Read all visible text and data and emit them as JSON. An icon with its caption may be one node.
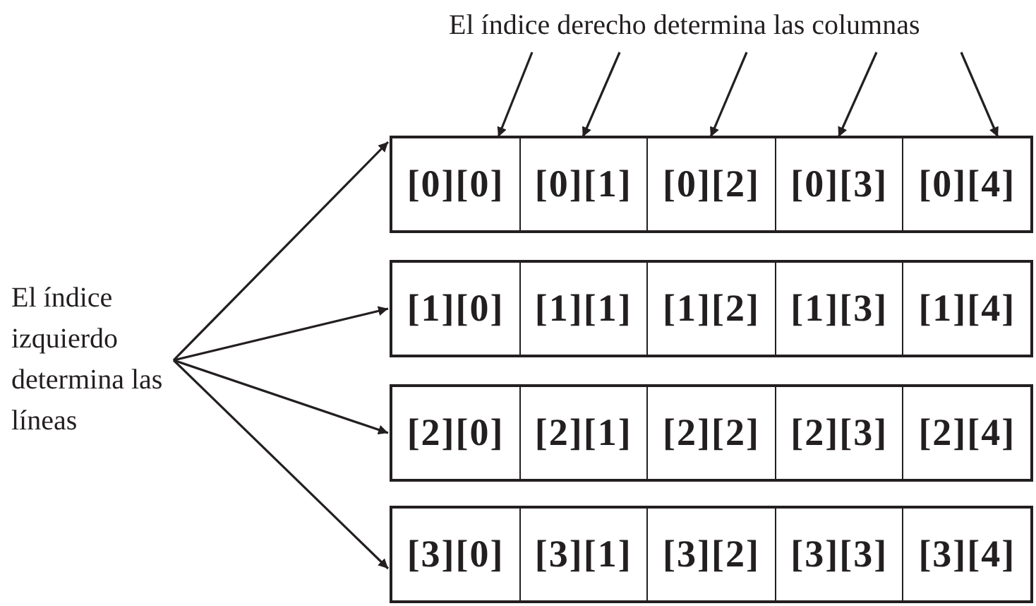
{
  "diagram": {
    "nodes": [
      {
        "text": [
          "El índice derecho determina las columnas"
        ]
      },
      {
        "text": [
          "El índice izquierdo determina las líneas"
        ]
      },
      {
        "text": [],
        "shape": "box"
      },
      {
        "text": [
          "[0][0]"
        ],
        "in": 2
      },
      {
        "text": [
          "[0][1]"
        ],
        "in": 2
      },
      {
        "text": [
          "[0][2]"
        ],
        "in": 2
      },
      {
        "text": [
          "[0][3]"
        ],
        "in": 2
      },
      {
        "text": [
          "[0][4]"
        ],
        "in": 2
      },
      {
        "text": [],
        "shape": "box"
      },
      {
        "text": [
          "[1][0]"
        ],
        "in": 8
      },
      {
        "text": [
          "[1][1]"
        ],
        "in": 8
      },
      {
        "text": [
          "[1][2]"
        ],
        "in": 8
      },
      {
        "text": [
          "[1][3]"
        ],
        "in": 8
      },
      {
        "text": [
          "[1][4]"
        ],
        "in": 8
      },
      {
        "text": [],
        "shape": "box"
      },
      {
        "text": [
          "[2][0]"
        ],
        "in": 14
      },
      {
        "text": [
          "[2][1]"
        ],
        "in": 14
      },
      {
        "text": [
          "[2][2]"
        ],
        "in": 14
      },
      {
        "text": [
          "[2][3]"
        ],
        "in": 14
      },
      {
        "text": [
          "[2][4]"
        ],
        "in": 14
      },
      {
        "text": [],
        "shape": "box"
      },
      {
        "text": [
          "[3][0]"
        ],
        "in": 20
      },
      {
        "text": [
          "[3][1]"
        ],
        "in": 20
      },
      {
        "text": [
          "[3][2]"
        ],
        "in": 20
      },
      {
        "text": [
          "[3][3]"
        ],
        "in": 20
      },
      {
        "text": [
          "[3][4]"
        ],
        "in": 20
      }
    ],
    "edges": [
      {
        "from": 0,
        "to": 3,
        "arrow": "to"
      },
      {
        "from": 0,
        "to": 4,
        "arrow": "to"
      },
      {
        "from": 0,
        "to": 5,
        "arrow": "to"
      },
      {
        "from": 0,
        "to": 6,
        "arrow": "to"
      },
      {
        "from": 0,
        "to": 7,
        "arrow": "to"
      },
      {
        "from": 1,
        "to": 2,
        "arrow": "to"
      },
      {
        "from": 1,
        "to": 8,
        "arrow": "to"
      },
      {
        "from": 1,
        "to": 14,
        "arrow": "to"
      },
      {
        "from": 1,
        "to": 20,
        "arrow": "to"
      }
    ]
  }
}
